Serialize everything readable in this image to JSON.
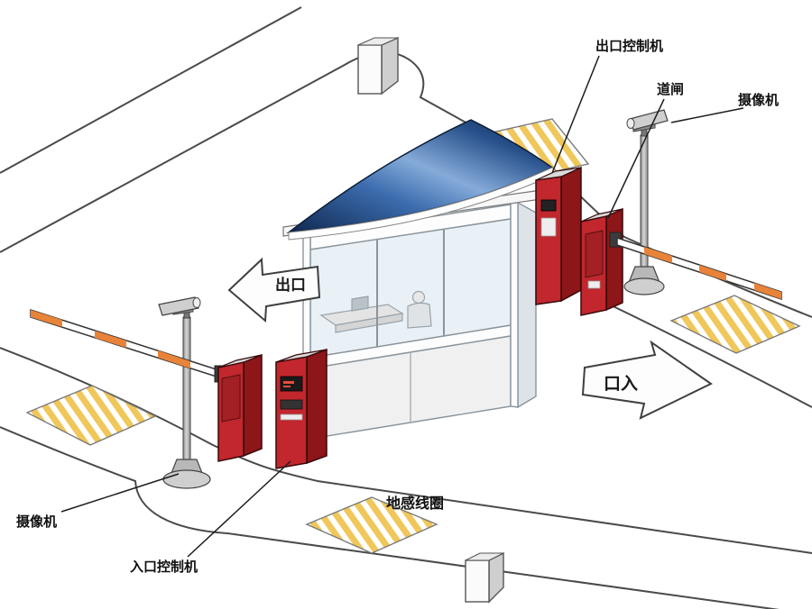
{
  "diagram": {
    "labels": {
      "exit_controller": "出口控制机",
      "barrier_gate": "道闸",
      "camera_right": "摄像机",
      "camera_left": "摄像机",
      "entry_controller": "入口控制机",
      "ground_loop": "地感线圈"
    },
    "arrows": {
      "exit": "出口",
      "entry": "口入"
    },
    "colors": {
      "machine_red": "#c1272d",
      "machine_red_dark": "#8c1618",
      "canopy_blue_dark": "#0f2850",
      "canopy_blue_light": "#85abd9",
      "stripe_yellow": "#f0c75a",
      "arm_orange": "#e8833a",
      "pole_gray": "#b8b8b8",
      "road_outline": "#4a4a4a"
    }
  }
}
